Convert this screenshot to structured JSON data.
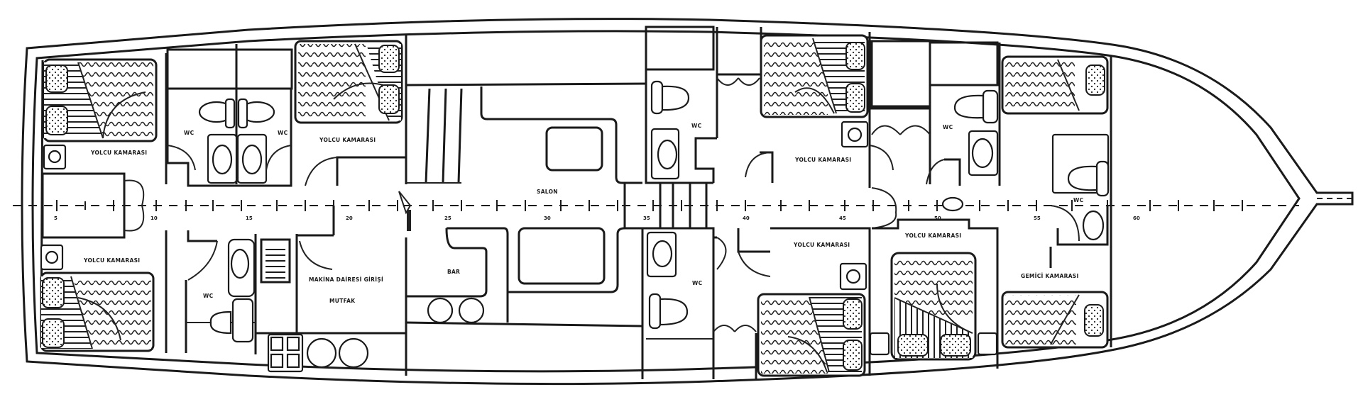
{
  "diagram": {
    "type": "yacht deck plan (gulet lower deck)",
    "colors": {
      "line": "#1a1a1a",
      "background": "#ffffff"
    },
    "rooms": {
      "stern_port_cabin": "YOLCU KAMARASI",
      "stern_stbd_cabin": "YOLCU KAMARASI",
      "wc_port_1": "WC",
      "wc_port_2": "WC",
      "wc_stbd_1": "WC",
      "mid_port_cabin": "YOLCU KAMARASI",
      "engine_entry": "MAKİNA DAİRESİ GİRİŞİ",
      "galley": "MUTFAK",
      "salon": "SALON",
      "bar": "BAR",
      "fwd_port_cabin_1": "YOLCU KAMARASI",
      "fwd_stbd_cabin_1": "YOLCU KAMARASI",
      "wc_fwd_1": "WC",
      "wc_fwd_2": "WC",
      "wc_fwd_3": "WC",
      "fwd_stbd_cabin_2": "YOLCU KAMARASI",
      "crew_cabin": "GEMİCİ KAMARASI",
      "wc_crew": "WC"
    },
    "stations": [
      "5",
      "10",
      "15",
      "20",
      "25",
      "30",
      "35",
      "40",
      "45",
      "50",
      "55",
      "60"
    ]
  }
}
